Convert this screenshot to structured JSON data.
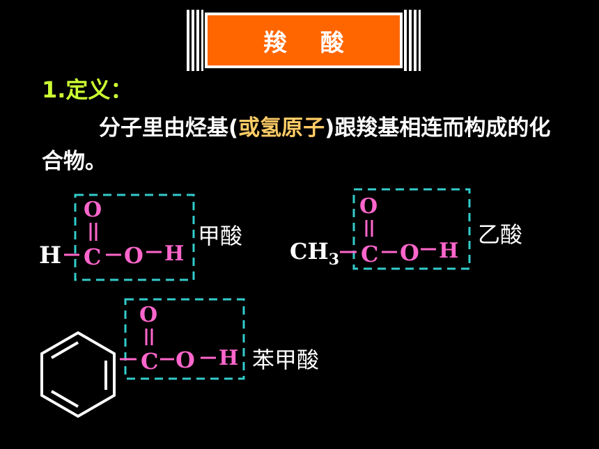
{
  "title": "羧 酸",
  "section": {
    "heading": "1.定义："
  },
  "definition": {
    "before": "分子里由烃基(",
    "highlight": "或氢原子",
    "after": ")跟羧基相连而构成的化合物。"
  },
  "atoms": {
    "H": "H",
    "C": "C",
    "O": "O",
    "CH": "CH",
    "sub3": "3"
  },
  "compounds": [
    {
      "name": "甲酸"
    },
    {
      "name": "乙酸"
    },
    {
      "name": "苯甲酸"
    }
  ],
  "colors": {
    "accent": "#ff6600",
    "heading": "#ccff33",
    "highlight": "#ffcc66",
    "group_atoms": "#ff66cc",
    "dashed_box": "#33cccc"
  }
}
